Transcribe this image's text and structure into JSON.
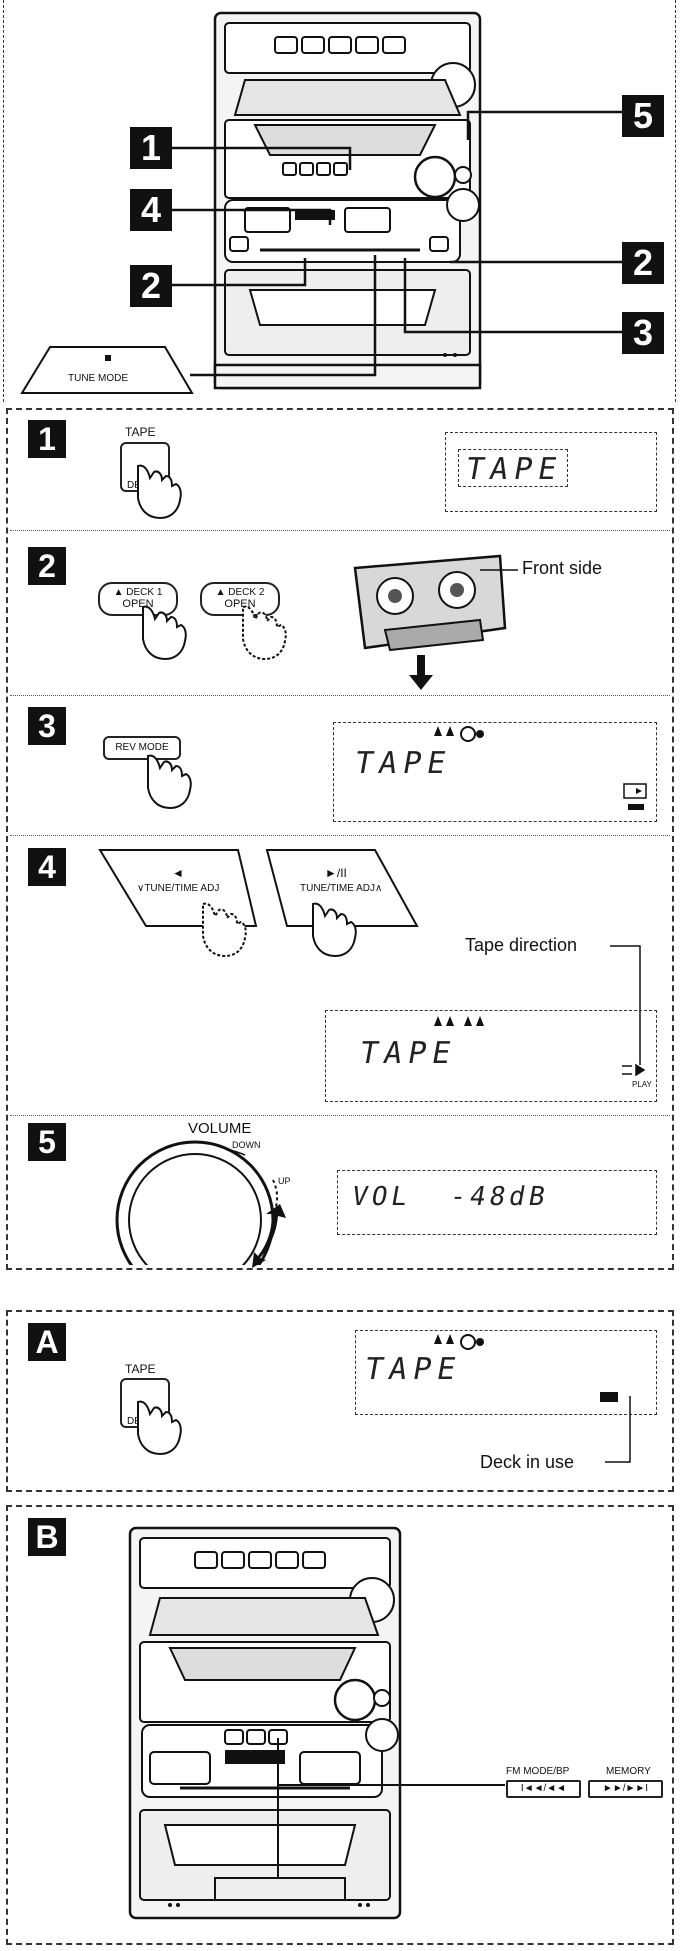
{
  "overview": {
    "callouts": [
      "5",
      "1",
      "4",
      "2",
      "2",
      "3"
    ],
    "tune_mode_label": "TUNE MODE"
  },
  "step1": {
    "badge": "1",
    "button_top_label": "TAPE",
    "button_bottom_label": "DECK",
    "display": "TAPE"
  },
  "step2": {
    "badge": "2",
    "deck1_line1": "▲ DECK 1",
    "deck1_line2": "OPEN",
    "deck2_line1": "▲ DECK 2",
    "deck2_line2": "OPEN",
    "front_side_label": "Front side"
  },
  "step3": {
    "badge": "3",
    "button_label": "REV MODE",
    "display": "TAPE"
  },
  "step4": {
    "badge": "4",
    "left_button_symbol": "◄",
    "left_button_label": "∨TUNE/TIME ADJ",
    "right_button_symbol": "►/II",
    "right_button_label": "TUNE/TIME ADJ∧",
    "tape_direction_label": "Tape direction",
    "display": "TAPE",
    "play_label": "PLAY"
  },
  "step5": {
    "badge": "5",
    "volume_label": "VOLUME",
    "down_label": "DOWN",
    "up_label": "UP",
    "display": "VOL  -48dB"
  },
  "sectionA": {
    "badge": "A",
    "button_top_label": "TAPE",
    "button_bottom_label": "DECK",
    "display": "TAPE",
    "deck_in_use_label": "Deck in use"
  },
  "sectionB": {
    "badge": "B",
    "fm_mode_label": "FM MODE/BP",
    "memory_label": "MEMORY",
    "rewind_symbol": "I◄◄/◄◄",
    "ff_symbol": "►►/►►I"
  }
}
